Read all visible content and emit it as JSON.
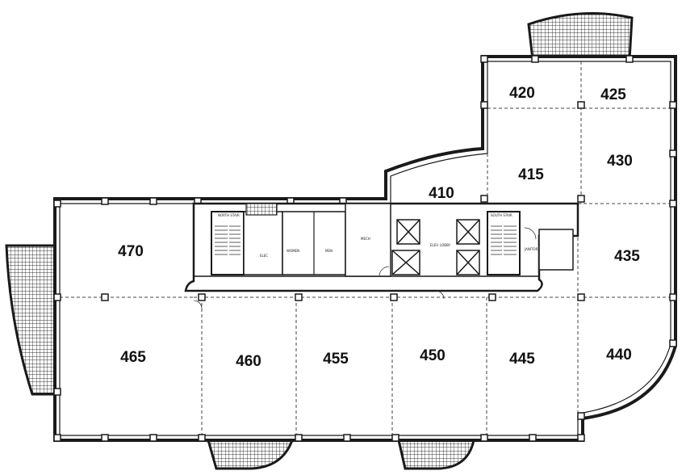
{
  "rooms": [
    {
      "id": "r420",
      "label": "420"
    },
    {
      "id": "r425",
      "label": "425"
    },
    {
      "id": "r415",
      "label": "415"
    },
    {
      "id": "r430",
      "label": "430"
    },
    {
      "id": "r410",
      "label": "410"
    },
    {
      "id": "r470",
      "label": "470"
    },
    {
      "id": "r435",
      "label": "435"
    },
    {
      "id": "r465",
      "label": "465"
    },
    {
      "id": "r460",
      "label": "460"
    },
    {
      "id": "r455",
      "label": "455"
    },
    {
      "id": "r450",
      "label": "450"
    },
    {
      "id": "r445",
      "label": "445"
    },
    {
      "id": "r440",
      "label": "440"
    }
  ],
  "core_labels": {
    "stair_left": "NORTH STAIR",
    "stair_right": "SOUTH STAIR",
    "elec": "ELEC",
    "womens": "WOMEN",
    "mens": "MEN",
    "mech": "MECH",
    "elev_lobby": "ELEV. LOBBY",
    "janitor": "JANITOR"
  },
  "colors": {
    "wall": "#1a1a1a",
    "hatch": "#333333",
    "background": "#ffffff"
  }
}
